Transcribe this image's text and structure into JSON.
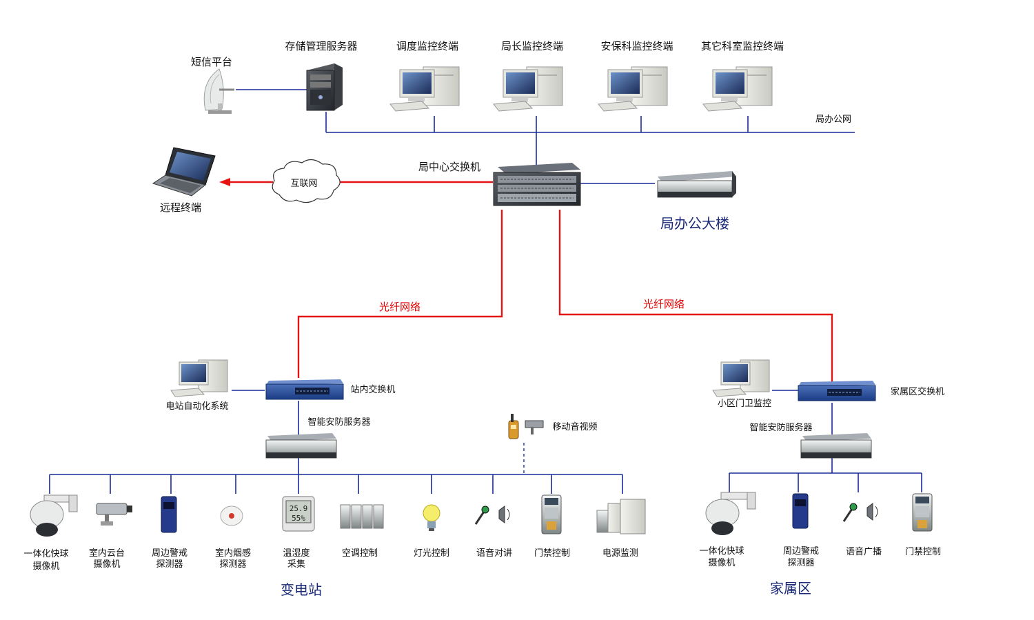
{
  "top": {
    "sms_platform": "短信平台",
    "storage_server": "存储管理服务器",
    "terminals": [
      "调度监控终端",
      "局长监控终端",
      "安保科监控终端",
      "其它科室监控终端"
    ],
    "office_net": "局办公网",
    "core_switch": "局中心交换机",
    "internet": "互联网",
    "remote_terminal": "远程终端",
    "office_building": "局办公大楼"
  },
  "fiber_labels": [
    "光纤网络",
    "光纤网络"
  ],
  "substation": {
    "auto_system": "电站自动化系统",
    "switch": "站内交换机",
    "server": "智能安防服务器",
    "mobile_av": "移动音视频",
    "devices": [
      {
        "line1": "一体化快球",
        "line2": "摄像机",
        "icon": "speed-dome-camera-icon"
      },
      {
        "line1": "室内云台",
        "line2": "摄像机",
        "icon": "ptz-camera-icon"
      },
      {
        "line1": "周边警戒",
        "line2": "探测器",
        "icon": "perimeter-detector-icon"
      },
      {
        "line1": "室内烟感",
        "line2": "探测器",
        "icon": "smoke-detector-icon"
      },
      {
        "line1": "温湿度",
        "line2": "采集",
        "icon": "thermo-hygrometer-icon"
      },
      {
        "line1": "空调控制",
        "line2": "",
        "icon": "air-conditioner-icon"
      },
      {
        "line1": "灯光控制",
        "line2": "",
        "icon": "lightbulb-icon"
      },
      {
        "line1": "语音对讲",
        "line2": "",
        "icon": "microphone-speaker-icon"
      },
      {
        "line1": "门禁控制",
        "line2": "",
        "icon": "access-control-icon"
      },
      {
        "line1": "电源监测",
        "line2": "",
        "icon": "power-supply-icon"
      }
    ],
    "title": "变电站"
  },
  "family": {
    "gate_monitor": "小区门卫监控",
    "switch": "家属区交换机",
    "server": "智能安防服务器",
    "devices": [
      {
        "line1": "一体化快球",
        "line2": "摄像机",
        "icon": "speed-dome-camera-icon"
      },
      {
        "line1": "周边警戒",
        "line2": "探测器",
        "icon": "perimeter-detector-icon"
      },
      {
        "line1": "语音广播",
        "line2": "",
        "icon": "microphone-speaker-icon"
      },
      {
        "line1": "门禁控制",
        "line2": "",
        "icon": "access-control-icon"
      }
    ],
    "title": "家属区"
  },
  "colors": {
    "network_line": "#1a2a9a",
    "fiber_line": "#e41414",
    "title_text": "#1a2a78"
  }
}
